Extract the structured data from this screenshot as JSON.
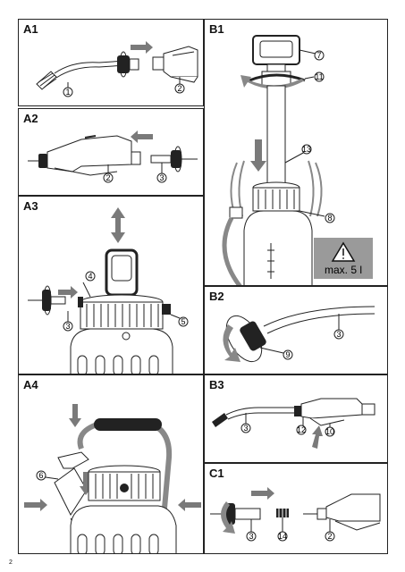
{
  "panels": {
    "a1": {
      "title": "A1",
      "labels": [
        "1",
        "2"
      ]
    },
    "a2": {
      "title": "A2",
      "labels": [
        "2",
        "3"
      ]
    },
    "a3": {
      "title": "A3",
      "labels": [
        "4",
        "3",
        "5"
      ]
    },
    "a4": {
      "title": "A4",
      "labels": [
        "6"
      ]
    },
    "b1": {
      "title": "B1",
      "labels": [
        "7",
        "11",
        "13",
        "8"
      ],
      "warning": "max. 5 l"
    },
    "b2": {
      "title": "B2",
      "labels": [
        "9",
        "3"
      ]
    },
    "b3": {
      "title": "B3",
      "labels": [
        "3",
        "12",
        "10"
      ]
    },
    "c1": {
      "title": "C1",
      "labels": [
        "3",
        "14",
        "2"
      ]
    }
  },
  "page_number": "2",
  "colors": {
    "border": "#222222",
    "arrow": "#7a7a7a",
    "warning_box": "#9a9a9a"
  }
}
